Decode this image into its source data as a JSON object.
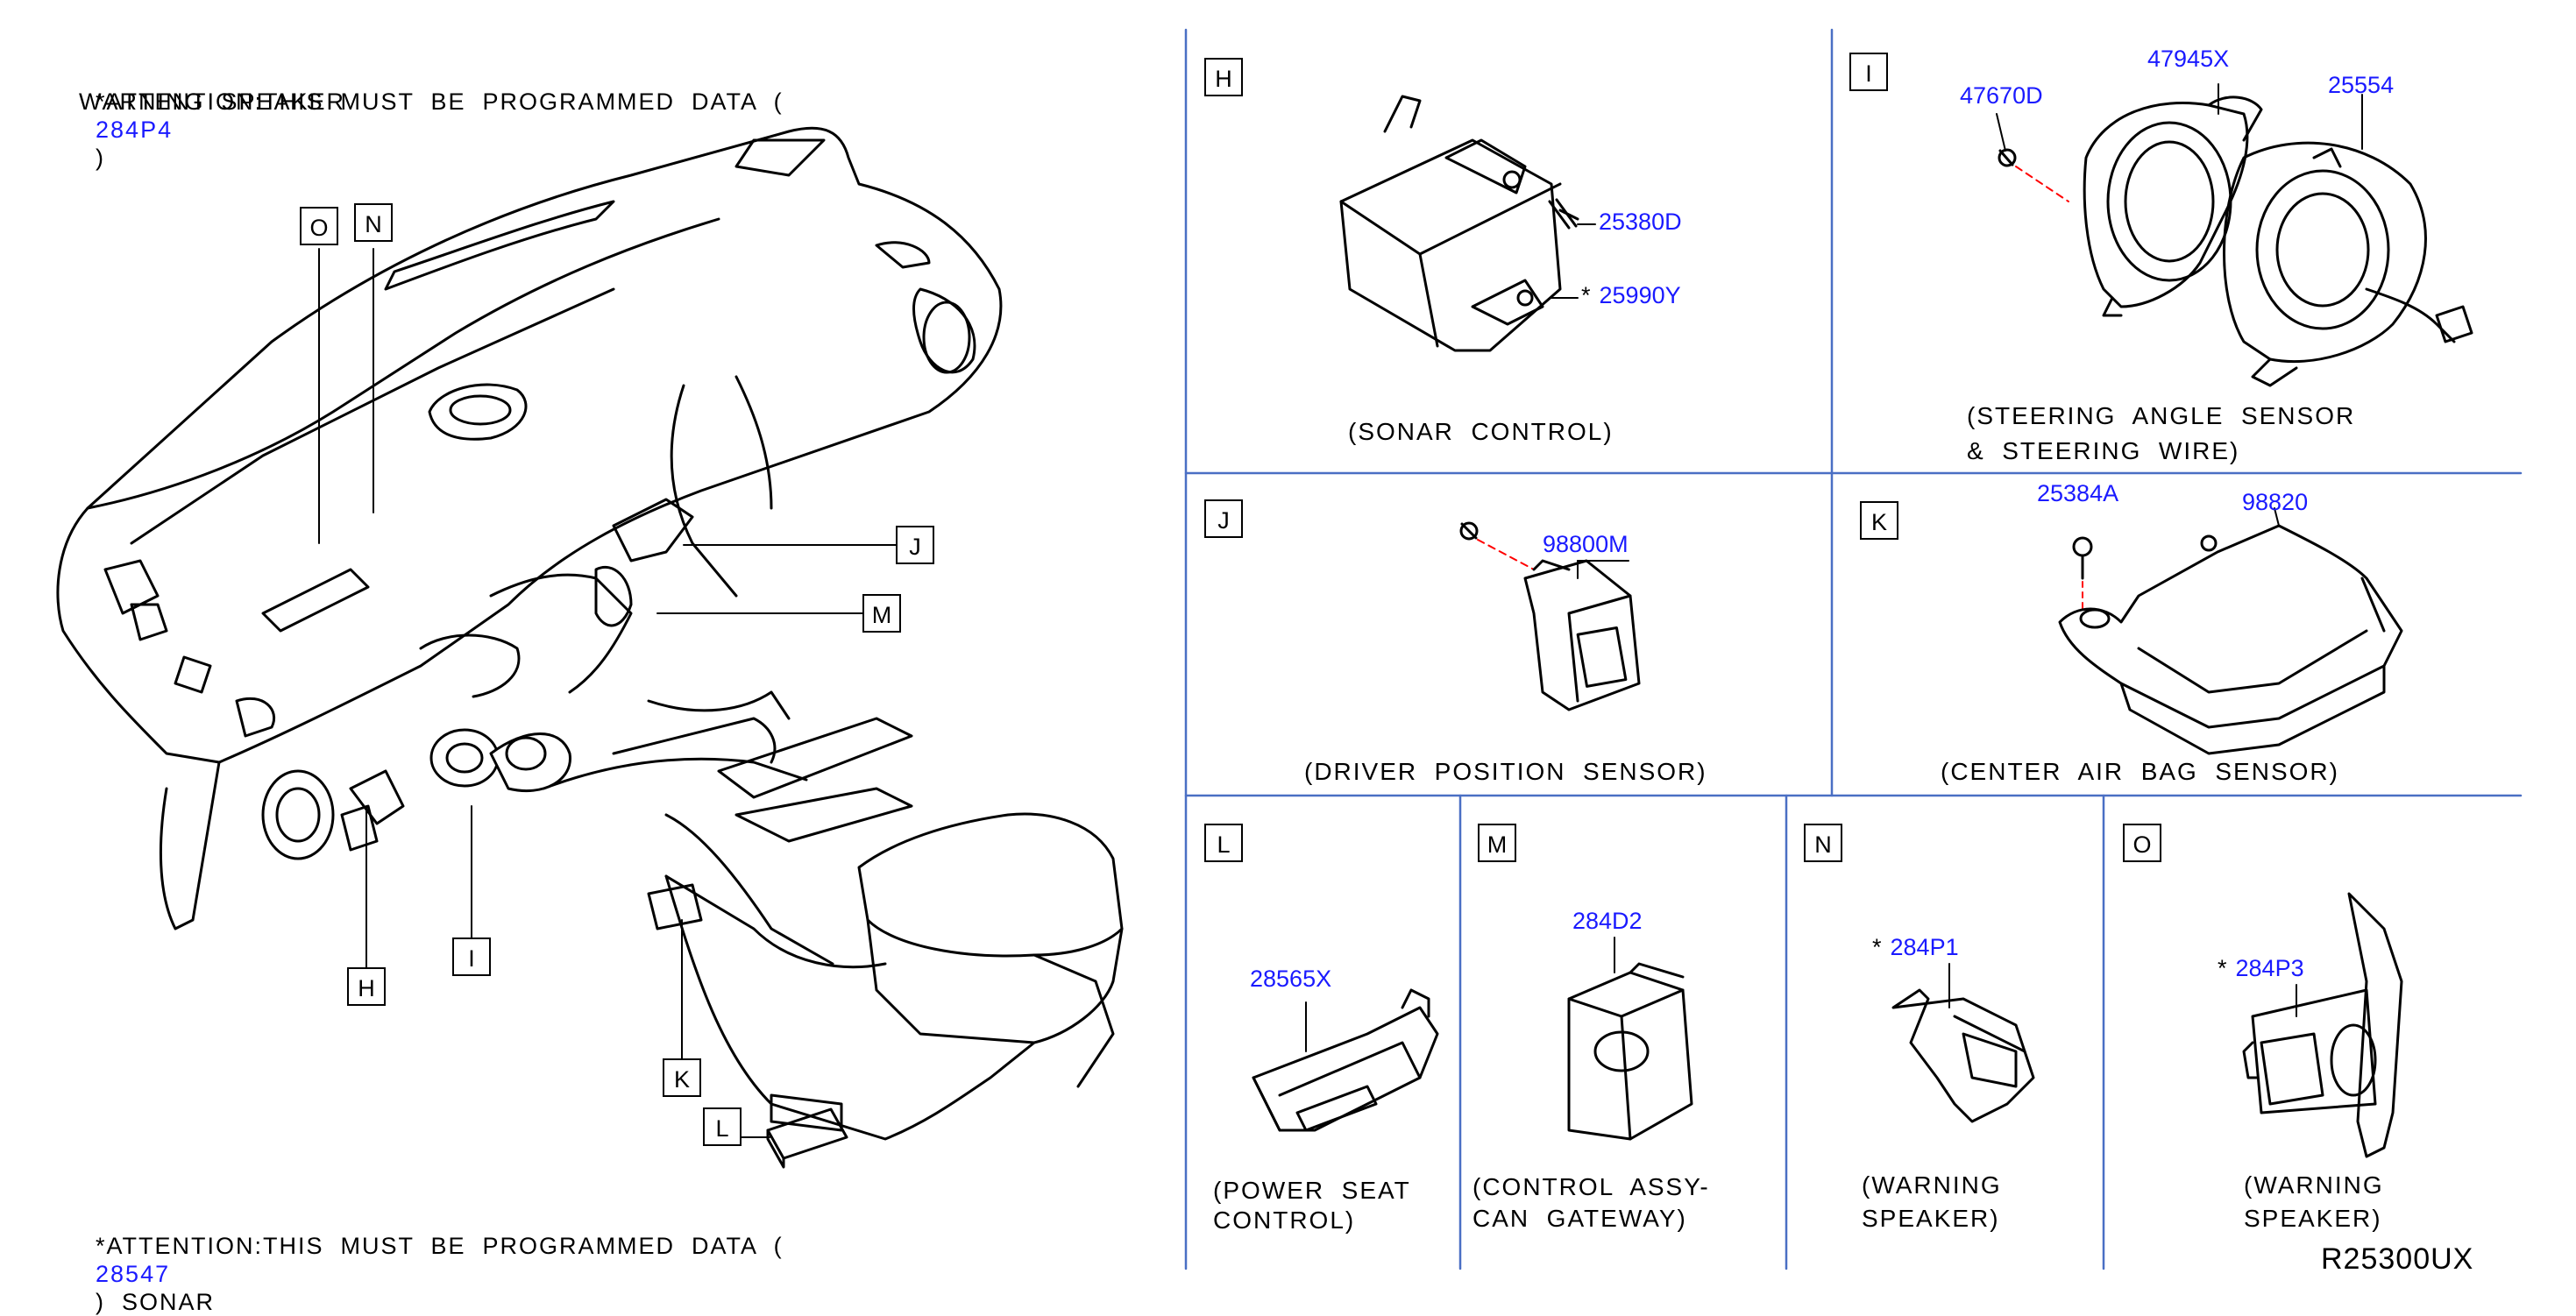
{
  "attention_top": {
    "prefix": "*ATTENTION:THIS  MUST  BE  PROGRAMMED  DATA  (",
    "part": "284P4",
    "suffix": ")",
    "line2": "WARNING  SPEAKER"
  },
  "attention_bottom": {
    "prefix": "*ATTENTION:THIS  MUST  BE  PROGRAMMED  DATA  (",
    "part": "28547",
    "suffix": ")  SONAR"
  },
  "overview_callouts": {
    "O": "O",
    "N": "N",
    "J": "J",
    "M": "M",
    "H": "H",
    "I": "I",
    "K": "K",
    "L": "L"
  },
  "panels": {
    "H": {
      "letter": "H",
      "caption": "(SONAR  CONTROL)",
      "parts": [
        "25380D",
        "25990Y"
      ],
      "star": "*"
    },
    "I": {
      "letter": "I",
      "caption_l1": "(STEERING  ANGLE  SENSOR",
      "caption_l2": "&  STEERING  WIRE)",
      "parts": [
        "47670D",
        "47945X",
        "25554"
      ]
    },
    "J": {
      "letter": "J",
      "caption": "(DRIVER  POSITION  SENSOR)",
      "parts": [
        "98800M"
      ]
    },
    "K": {
      "letter": "K",
      "caption": "(CENTER  AIR  BAG  SENSOR)",
      "parts": [
        "25384A",
        "98820"
      ]
    },
    "L": {
      "letter": "L",
      "caption_l1": "(POWER  SEAT",
      "caption_l2": "CONTROL)",
      "parts": [
        "28565X"
      ]
    },
    "M": {
      "letter": "M",
      "caption_l1": "(CONTROL  ASSY-",
      "caption_l2": "CAN  GATEWAY)",
      "parts": [
        "284D2"
      ]
    },
    "N": {
      "letter": "N",
      "caption_l1": "(WARNING",
      "caption_l2": "SPEAKER)",
      "parts": [
        "284P1"
      ],
      "star": "*"
    },
    "O": {
      "letter": "O",
      "caption_l1": "(WARNING",
      "caption_l2": "SPEAKER)",
      "parts": [
        "284P3"
      ],
      "star": "*"
    }
  },
  "diagram_code": "R25300UX",
  "colors": {
    "part_number": "#1a1aff",
    "grid_line": "#4a6fc4",
    "leader_red": "#ff0000"
  }
}
